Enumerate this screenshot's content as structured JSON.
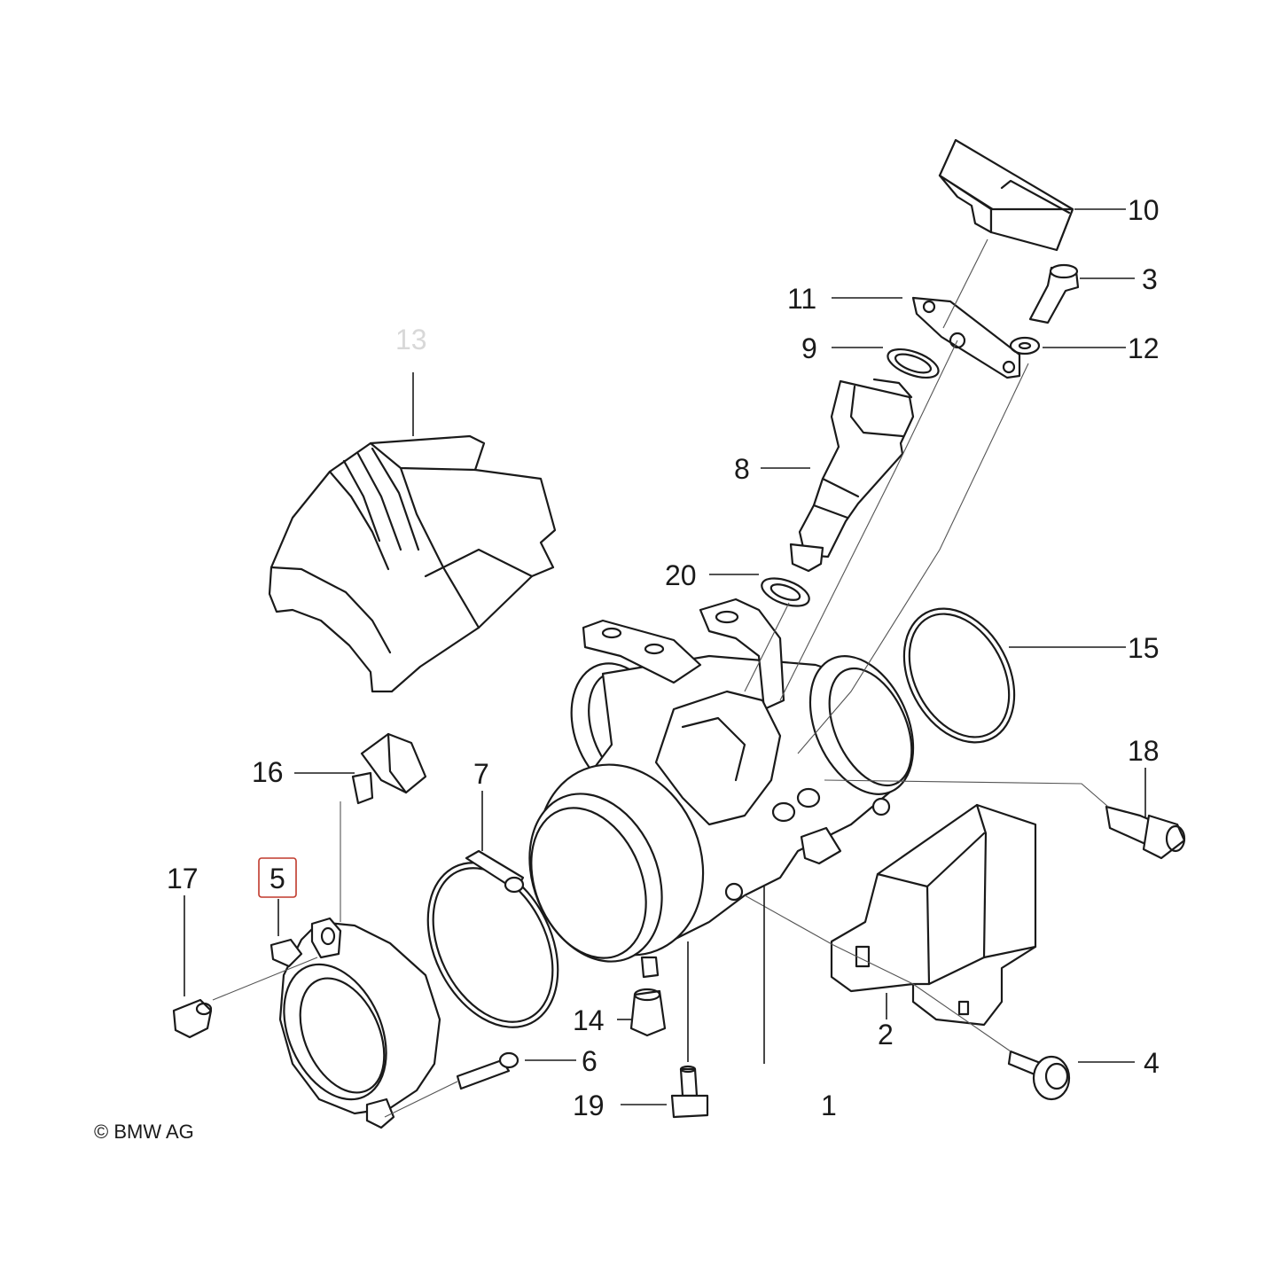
{
  "diagram": {
    "highlighted_callout": "5",
    "highlight_color": "#c0392b",
    "callouts": {
      "c1": "1",
      "c2": "2",
      "c3": "3",
      "c4": "4",
      "c5": "5",
      "c6": "6",
      "c7": "7",
      "c8": "8",
      "c9": "9",
      "c10": "10",
      "c11": "11",
      "c12": "12",
      "c13": "13",
      "c14": "14",
      "c15": "15",
      "c16": "16",
      "c17": "17",
      "c18": "18",
      "c19": "19",
      "c20": "20"
    },
    "copyright": "© BMW AG"
  }
}
